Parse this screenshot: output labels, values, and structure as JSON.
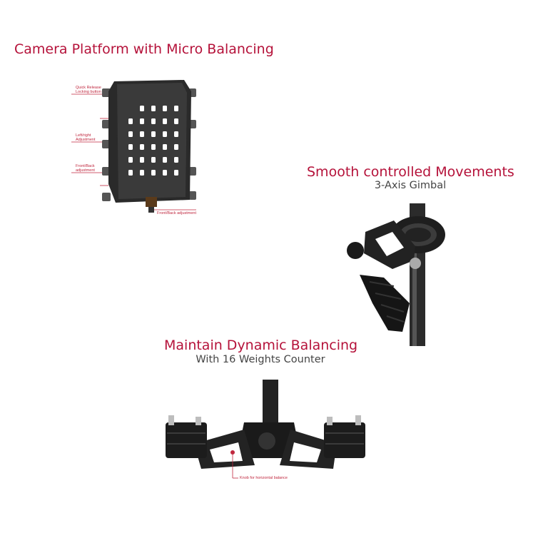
{
  "sections": {
    "platform": {
      "title": "Camera Platform with Micro Balancing",
      "labels": {
        "quick_release": "Quick Release\nLocking button",
        "left_right": "Left/right\nAdjustment",
        "front_back_side": "Front/Back\nadjustment",
        "front_back_bottom": "Front/Back adjustment"
      }
    },
    "gimbal": {
      "title": "Smooth controlled Movements",
      "subtitle": "3-Axis Gimbal"
    },
    "balance": {
      "title": "Maintain Dynamic Balancing",
      "subtitle": "With 16 Weights Counter",
      "knob_label": "Knob for horizontal balance"
    }
  },
  "colors": {
    "heading": "#b5123a",
    "subtitle": "#444444",
    "callout": "#c0283f"
  }
}
